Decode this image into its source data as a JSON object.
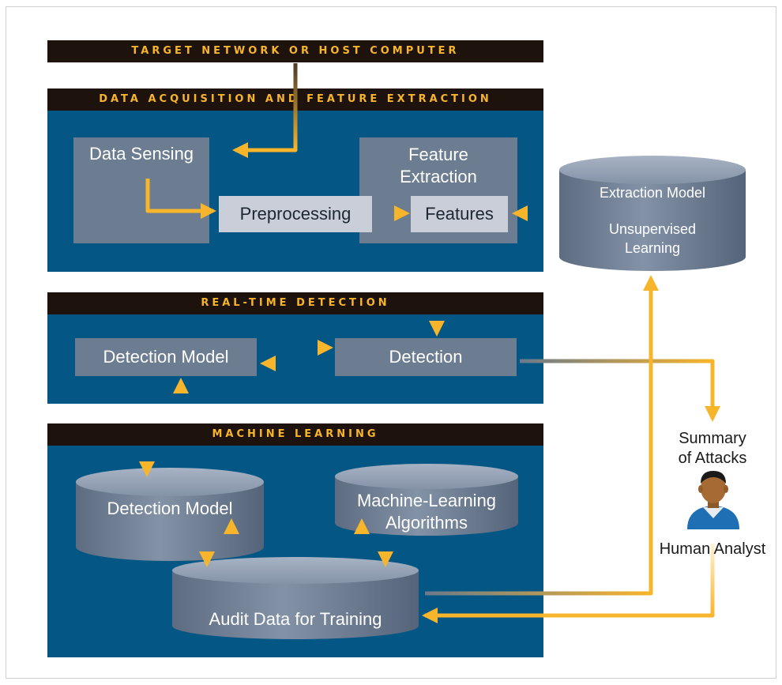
{
  "bars": {
    "target": "TARGET NETWORK OR HOST COMPUTER",
    "acquisition": "DATA ACQUISITION AND FEATURE EXTRACTION",
    "realtime": "REAL-TIME DETECTION",
    "ml": "MACHINE LEARNING"
  },
  "acquisition": {
    "data_sensing": "Data Sensing",
    "preprocessing": "Preprocessing",
    "feature_extraction_line1": "Feature",
    "feature_extraction_line2": "Extraction",
    "features": "Features"
  },
  "extraction_db": {
    "line1": "Extraction Model",
    "line2": "Unsupervised",
    "line3": "Learning"
  },
  "realtime": {
    "detection_model": "Detection Model",
    "detection": "Detection"
  },
  "ml": {
    "detection_model_db": "Detection Model",
    "algorithms_line1": "Machine-Learning",
    "algorithms_line2": "Algorithms",
    "audit_data": "Audit Data for Training"
  },
  "analyst": {
    "summary_line1": "Summary",
    "summary_line2": "of Attacks",
    "label": "Human Analyst"
  },
  "colors": {
    "bar_bg": "#1e120d",
    "bar_text": "#f7b52c",
    "panel": "#045784",
    "box": "#6c7d91",
    "box_light": "#c9ced9",
    "arrow": "#f7b52c"
  }
}
